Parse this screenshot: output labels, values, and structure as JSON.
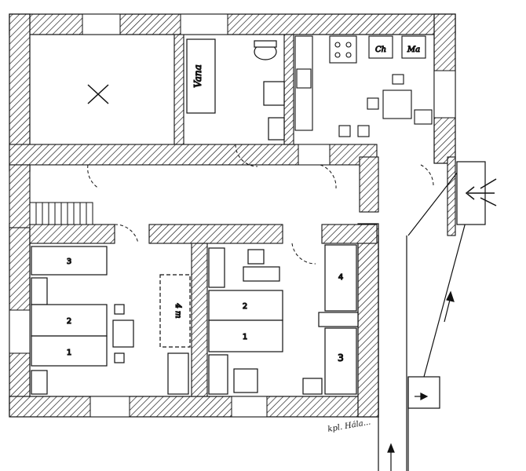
{
  "labels": {
    "bathtub": "Vana",
    "bed_living_top": "3",
    "bed_living_double": "2",
    "bed_living_double_lower": "1",
    "bed_dashed": "4 m",
    "bed_center_top": "2",
    "bed_center_bottom": "1",
    "bed_right_top": "4",
    "bed_right_bottom": "3",
    "kitchen_unit_1": "Ch",
    "kitchen_unit_2": "Ma",
    "signature": "kpl. Hála..."
  },
  "icons": {
    "empty_room_mark": "x-mark-icon",
    "north_arrow": "north-arrow-icon",
    "entry_arrow": "arrow-icon",
    "stair_arrow": "arrow-icon"
  },
  "colors": {
    "ink": "#111111",
    "paper": "#ffffff"
  }
}
